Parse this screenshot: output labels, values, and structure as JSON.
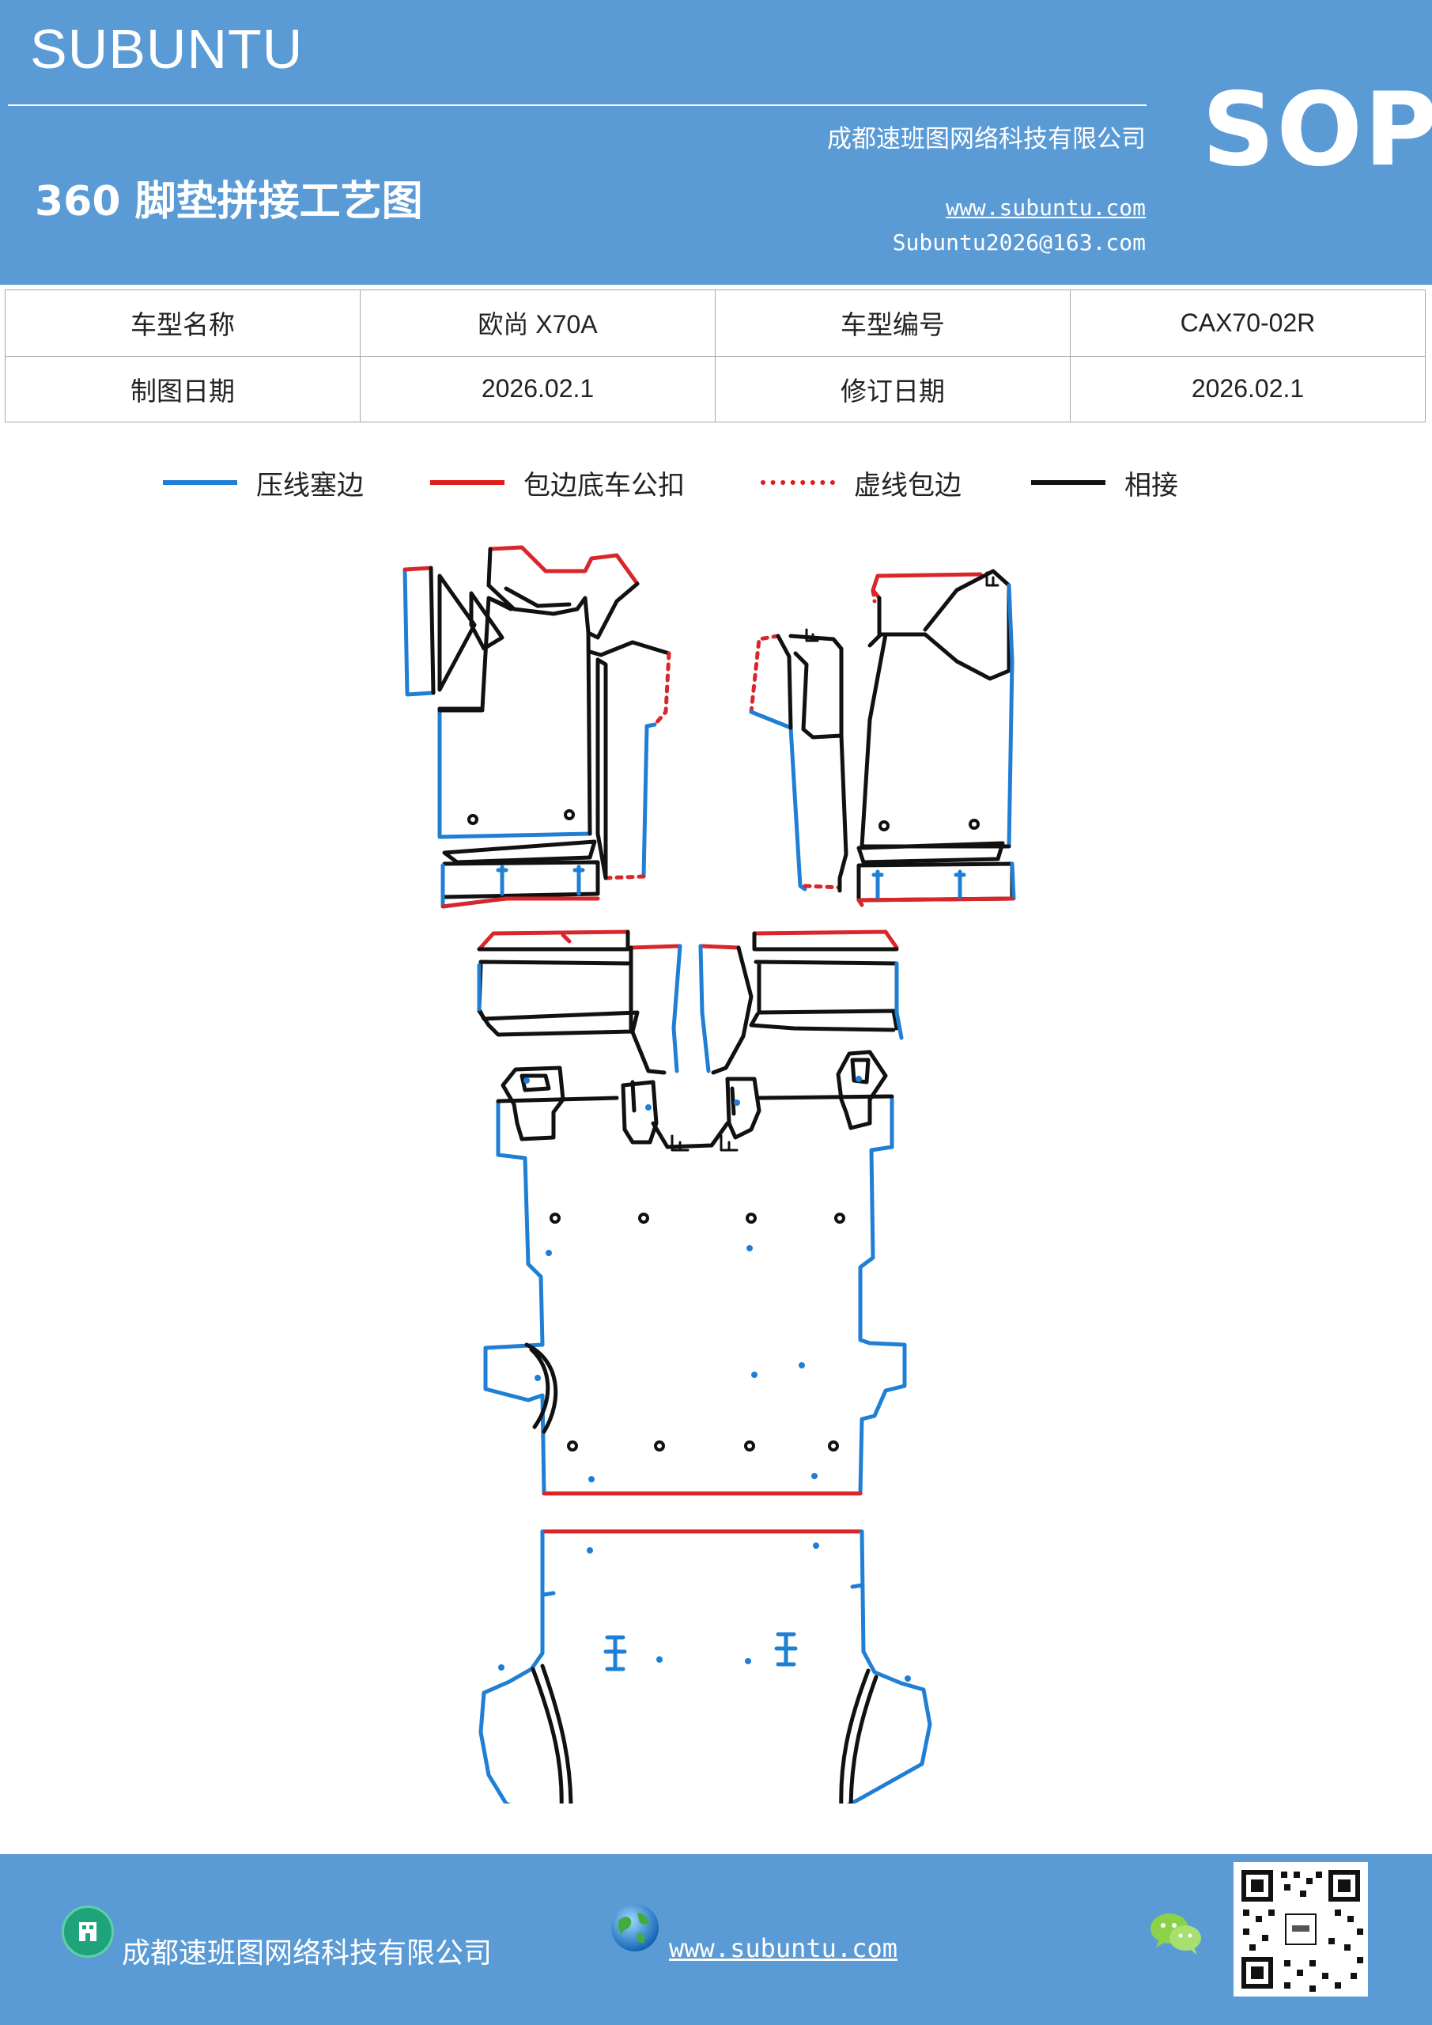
{
  "header": {
    "brand": "SUBUNTU",
    "title": "360 脚垫拼接工艺图",
    "company": "成都速班图网络科技有限公司",
    "website": "www.subuntu.com",
    "email": "Subuntu2026@163.com",
    "badge": "SOP"
  },
  "info_table": {
    "row1": {
      "label_a": "车型名称",
      "value_a": "欧尚 X70A",
      "label_b": "车型编号",
      "value_b": "CAX70-02R"
    },
    "row2": {
      "label_a": "制图日期",
      "value_a": "2026.02.1",
      "label_b": "修订日期",
      "value_b": "2026.02.1"
    }
  },
  "legend": [
    {
      "label": "压线塞边",
      "color": "#1f7fd4",
      "style": "solid"
    },
    {
      "label": "包边底车公扣",
      "color": "#e01b1b",
      "style": "solid"
    },
    {
      "label": "虚线包边",
      "color": "#e01b1b",
      "style": "dashed"
    },
    {
      "label": "相接",
      "color": "#111111",
      "style": "solid"
    }
  ],
  "diagram": {
    "stop_mark": "止",
    "colors": {
      "blue": "#1f7fd4",
      "red": "#d8262b",
      "black": "#111111"
    }
  },
  "footer": {
    "company": "成都速班图网络科技有限公司",
    "website": "www.subuntu.com",
    "icons": [
      "building-icon",
      "globe-icon",
      "wechat-icon",
      "qr-code"
    ]
  }
}
